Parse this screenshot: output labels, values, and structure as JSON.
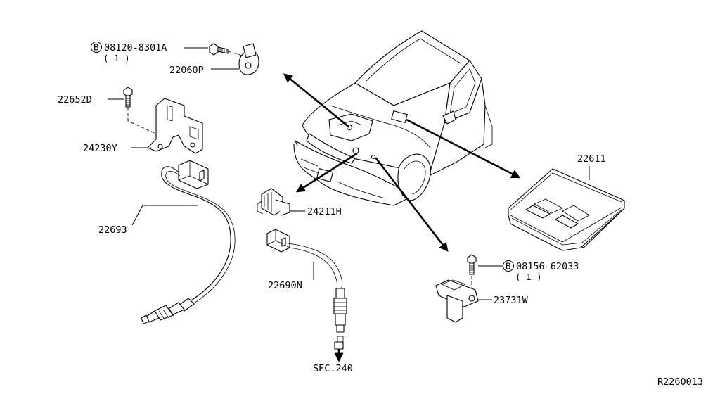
{
  "diagram": {
    "parts": {
      "bolt_b1": {
        "prefix": "B",
        "number": "08120-8301A",
        "qty": "( 1 )"
      },
      "knock_sensor": "22060P",
      "bolt_22652d": "22652D",
      "bracket": "24230Y",
      "rear_o2_sensor": "22693",
      "clip": "24211H",
      "front_o2_sensor": "22690N",
      "section_ref": "SEC.240",
      "ecm": "22611",
      "bolt_b2": {
        "prefix": "B",
        "number": "08156-62033",
        "qty": "( 1 )"
      },
      "crank_sensor": "23731W"
    },
    "figure_id": "R2260013"
  }
}
